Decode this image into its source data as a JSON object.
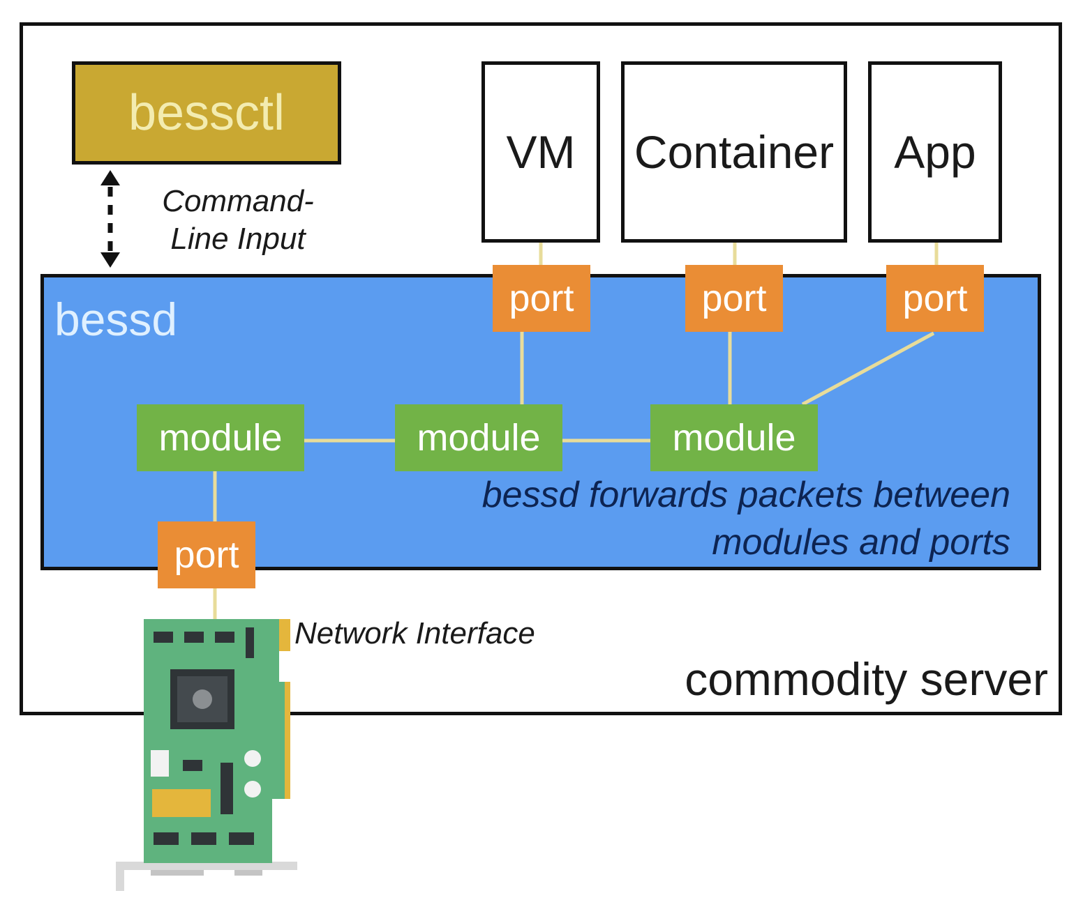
{
  "colors": {
    "bessctl_fill": "#c9a832",
    "bessd_fill": "#5b9cf0",
    "module_fill": "#72b347",
    "port_fill": "#ea8d35",
    "link": "#e8dc9a",
    "nic_board": "#5fb37e"
  },
  "bessctl": {
    "label": "bessctl"
  },
  "command_input": {
    "label_line1": "Command-",
    "label_line2": "Line Input"
  },
  "endpoints": [
    "VM",
    "Container",
    "App"
  ],
  "bessd": {
    "label": "bessd",
    "caption_line1": "bessd forwards packets between",
    "caption_line2": "modules and ports"
  },
  "module_label": "module",
  "port_label": "port",
  "nic": {
    "label": "Network Interface",
    "icon": "network-card-icon"
  },
  "server": {
    "label": "commodity server"
  }
}
